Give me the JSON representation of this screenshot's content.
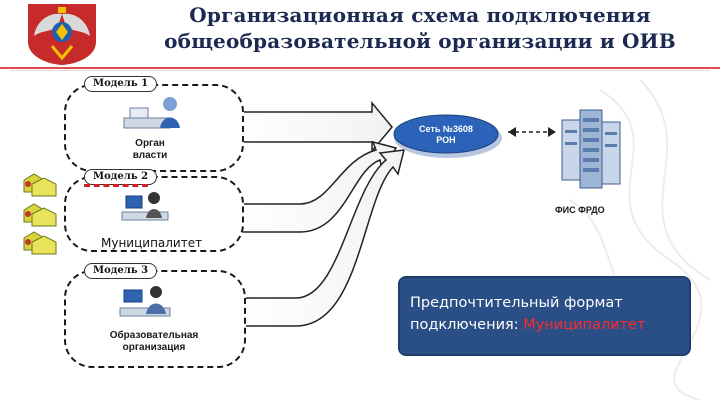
{
  "title_line1": "Организационная схема подключения",
  "title_line2": "общеобразовательной организации и ОИВ",
  "models": [
    {
      "tag": "Модель 1",
      "caption_line1": "Орган",
      "caption_line2": "власти"
    },
    {
      "tag": "Модель 2",
      "overlay": "Муниципалитет"
    },
    {
      "tag": "Модель 3",
      "caption_line1": "Образовательная",
      "caption_line2": "организация"
    }
  ],
  "network": {
    "line1": "Сеть №3608",
    "line2": "РОН"
  },
  "server_label": "ФИС ФРДО",
  "preferred": {
    "text": "Предпочтительный формат подключения:",
    "highlight": "Муниципалитет"
  },
  "colors": {
    "accent_red": "#e04a4a",
    "network_blue": "#2a63b8",
    "panel_blue": "#2a4f86",
    "highlight_red": "#ff2a2a"
  }
}
